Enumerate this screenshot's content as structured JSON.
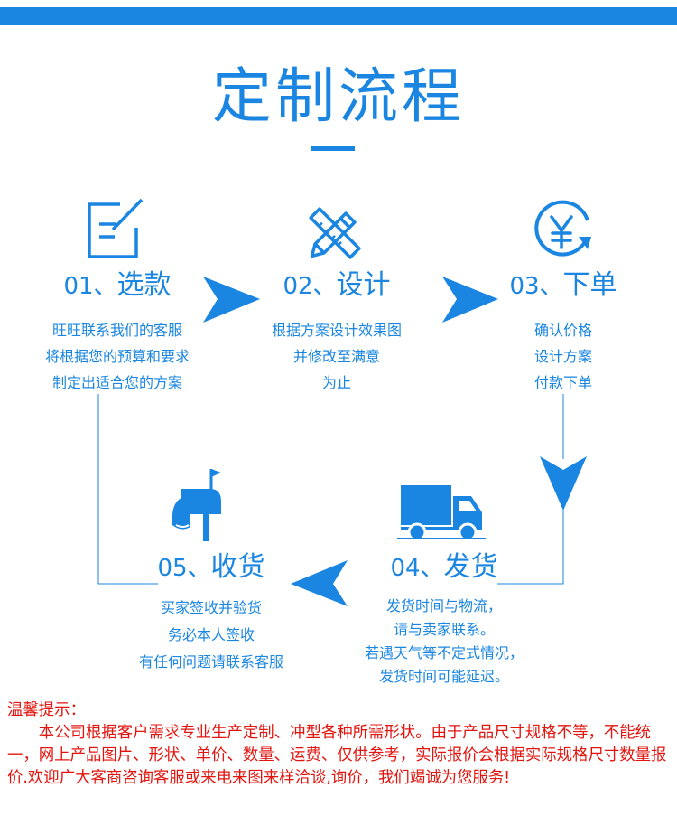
{
  "page": {
    "title": "定制流程",
    "accent_color": "#1a86e2",
    "notice_color": "#e3140e"
  },
  "steps": [
    {
      "number": "01、",
      "label": "选款",
      "icon": "edit-note-icon",
      "lines": [
        "旺旺联系我们的客服",
        "将根据您的预算和要求",
        "制定出适合您的方案"
      ]
    },
    {
      "number": "02、",
      "label": "设计",
      "icon": "pencil-ruler-icon",
      "lines": [
        "根据方案设计效果图",
        "并修改至满意",
        "为止"
      ]
    },
    {
      "number": "03、",
      "label": "下单",
      "icon": "yen-refresh-icon",
      "lines": [
        "确认价格",
        "设计方案",
        "付款下单"
      ]
    },
    {
      "number": "04、",
      "label": "发货",
      "icon": "delivery-truck-icon",
      "lines": [
        "发货时间与物流，",
        "请与卖家联系。",
        "若遇天气等不定式情况，",
        "发货时间可能延迟。"
      ]
    },
    {
      "number": "05、",
      "label": "收货",
      "icon": "mailbox-icon",
      "lines": [
        "买家签收并验货",
        "务必本人签收",
        "有任何问题请联系客服"
      ]
    }
  ],
  "notice": {
    "heading": "温馨提示：",
    "body": "本公司根据客户需求专业生产定制、冲型各种所需形状。由于产品尺寸规格不等，不能统一，网上产品图片、形状、单价、数量、运费、仅供参考，实际报价会根据实际规格尺寸数量报价.欢迎广大客商咨询客服或来电来图来样洽谈,询价，我们竭诚为您服务!"
  }
}
